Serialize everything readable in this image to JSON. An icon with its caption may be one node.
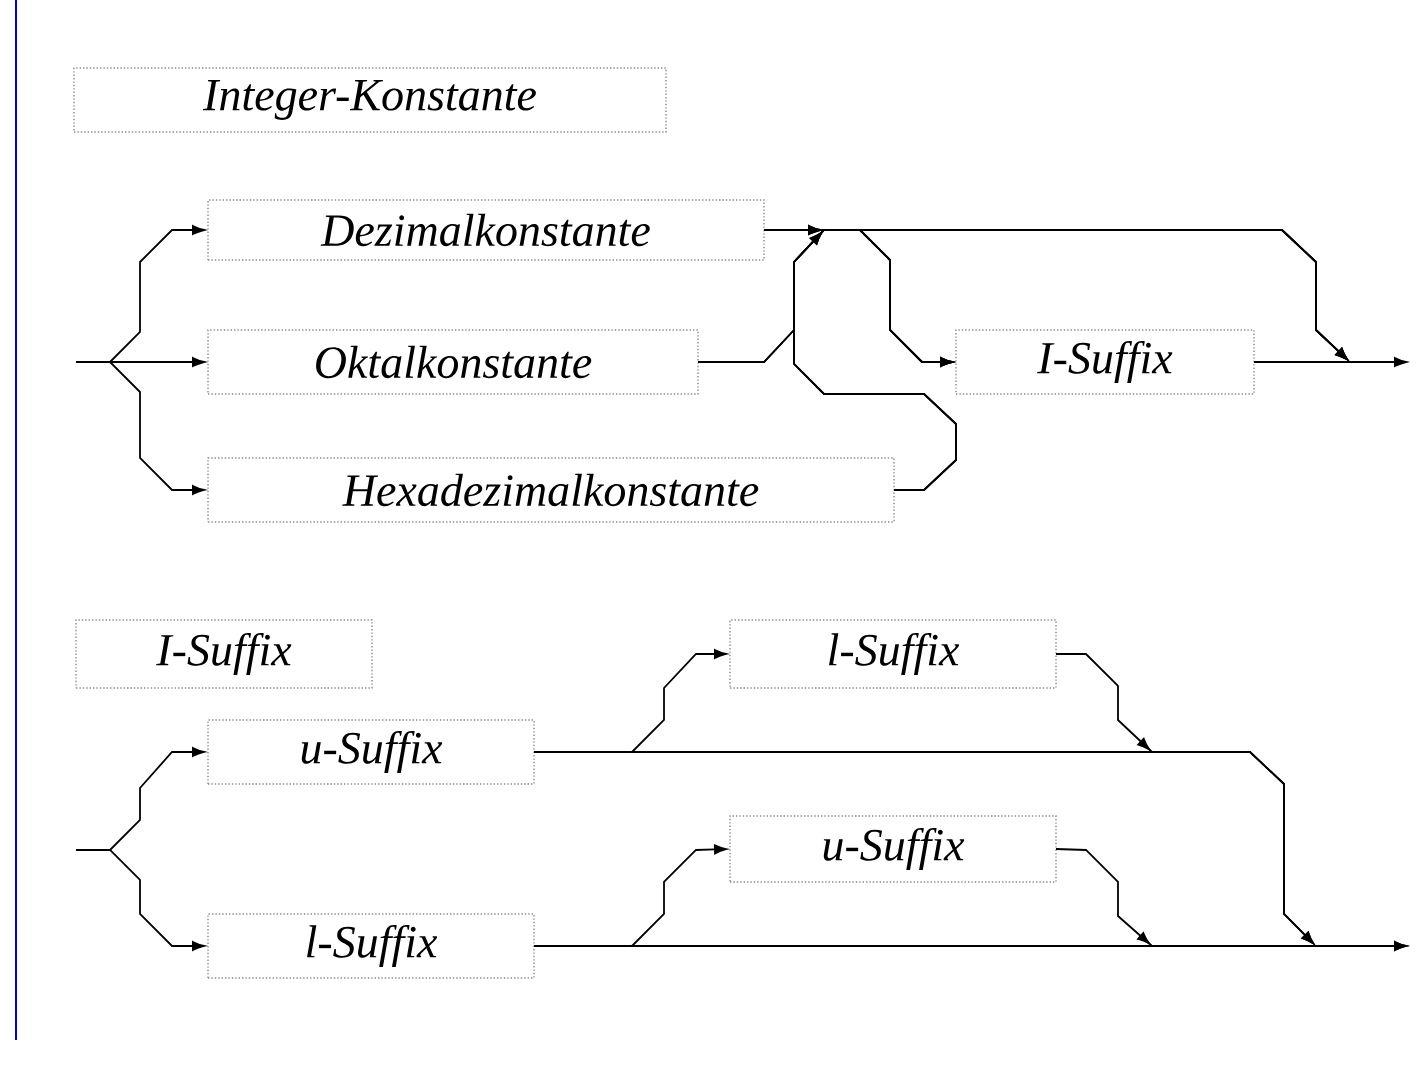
{
  "diagram": {
    "nodes": [
      {
        "text": [
          "Integer-Konstante"
        ]
      },
      {
        "text": [
          "Dezimalkonstante"
        ]
      },
      {
        "text": [
          "Oktalkonstante"
        ]
      },
      {
        "text": [
          "Hexadezimalkonstante"
        ]
      },
      {
        "text": [
          "I-Suffix"
        ]
      },
      {
        "text": [
          "I-Suffix"
        ]
      },
      {
        "text": [
          "l-Suffix"
        ]
      },
      {
        "text": [
          "u-Suffix"
        ]
      },
      {
        "text": [
          "u-Suffix"
        ]
      },
      {
        "text": [
          "l-Suffix"
        ]
      }
    ],
    "edges": [
      {
        "from": null,
        "to": 1,
        "arrow": "to"
      },
      {
        "from": null,
        "to": 2,
        "arrow": "to"
      },
      {
        "from": null,
        "to": 3,
        "arrow": "to"
      },
      {
        "from": 1,
        "to": 4,
        "arrow": "to"
      },
      {
        "from": 1,
        "to": null,
        "arrow": "to"
      },
      {
        "from": 2,
        "to": 4,
        "arrow": "to"
      },
      {
        "from": 2,
        "to": null,
        "arrow": "to"
      },
      {
        "from": 3,
        "to": 4,
        "arrow": "to"
      },
      {
        "from": 3,
        "to": null,
        "arrow": "to"
      },
      {
        "from": 4,
        "to": null,
        "arrow": "to"
      },
      {
        "from": null,
        "to": 7,
        "arrow": "to"
      },
      {
        "from": null,
        "to": 9,
        "arrow": "to"
      },
      {
        "from": 7,
        "to": 6,
        "arrow": "to"
      },
      {
        "from": 7,
        "to": null,
        "arrow": "to"
      },
      {
        "from": 6,
        "to": null,
        "arrow": "to"
      },
      {
        "from": 9,
        "to": 8,
        "arrow": "to"
      },
      {
        "from": 9,
        "to": null,
        "arrow": "to"
      },
      {
        "from": 8,
        "to": null,
        "arrow": "to"
      }
    ]
  }
}
